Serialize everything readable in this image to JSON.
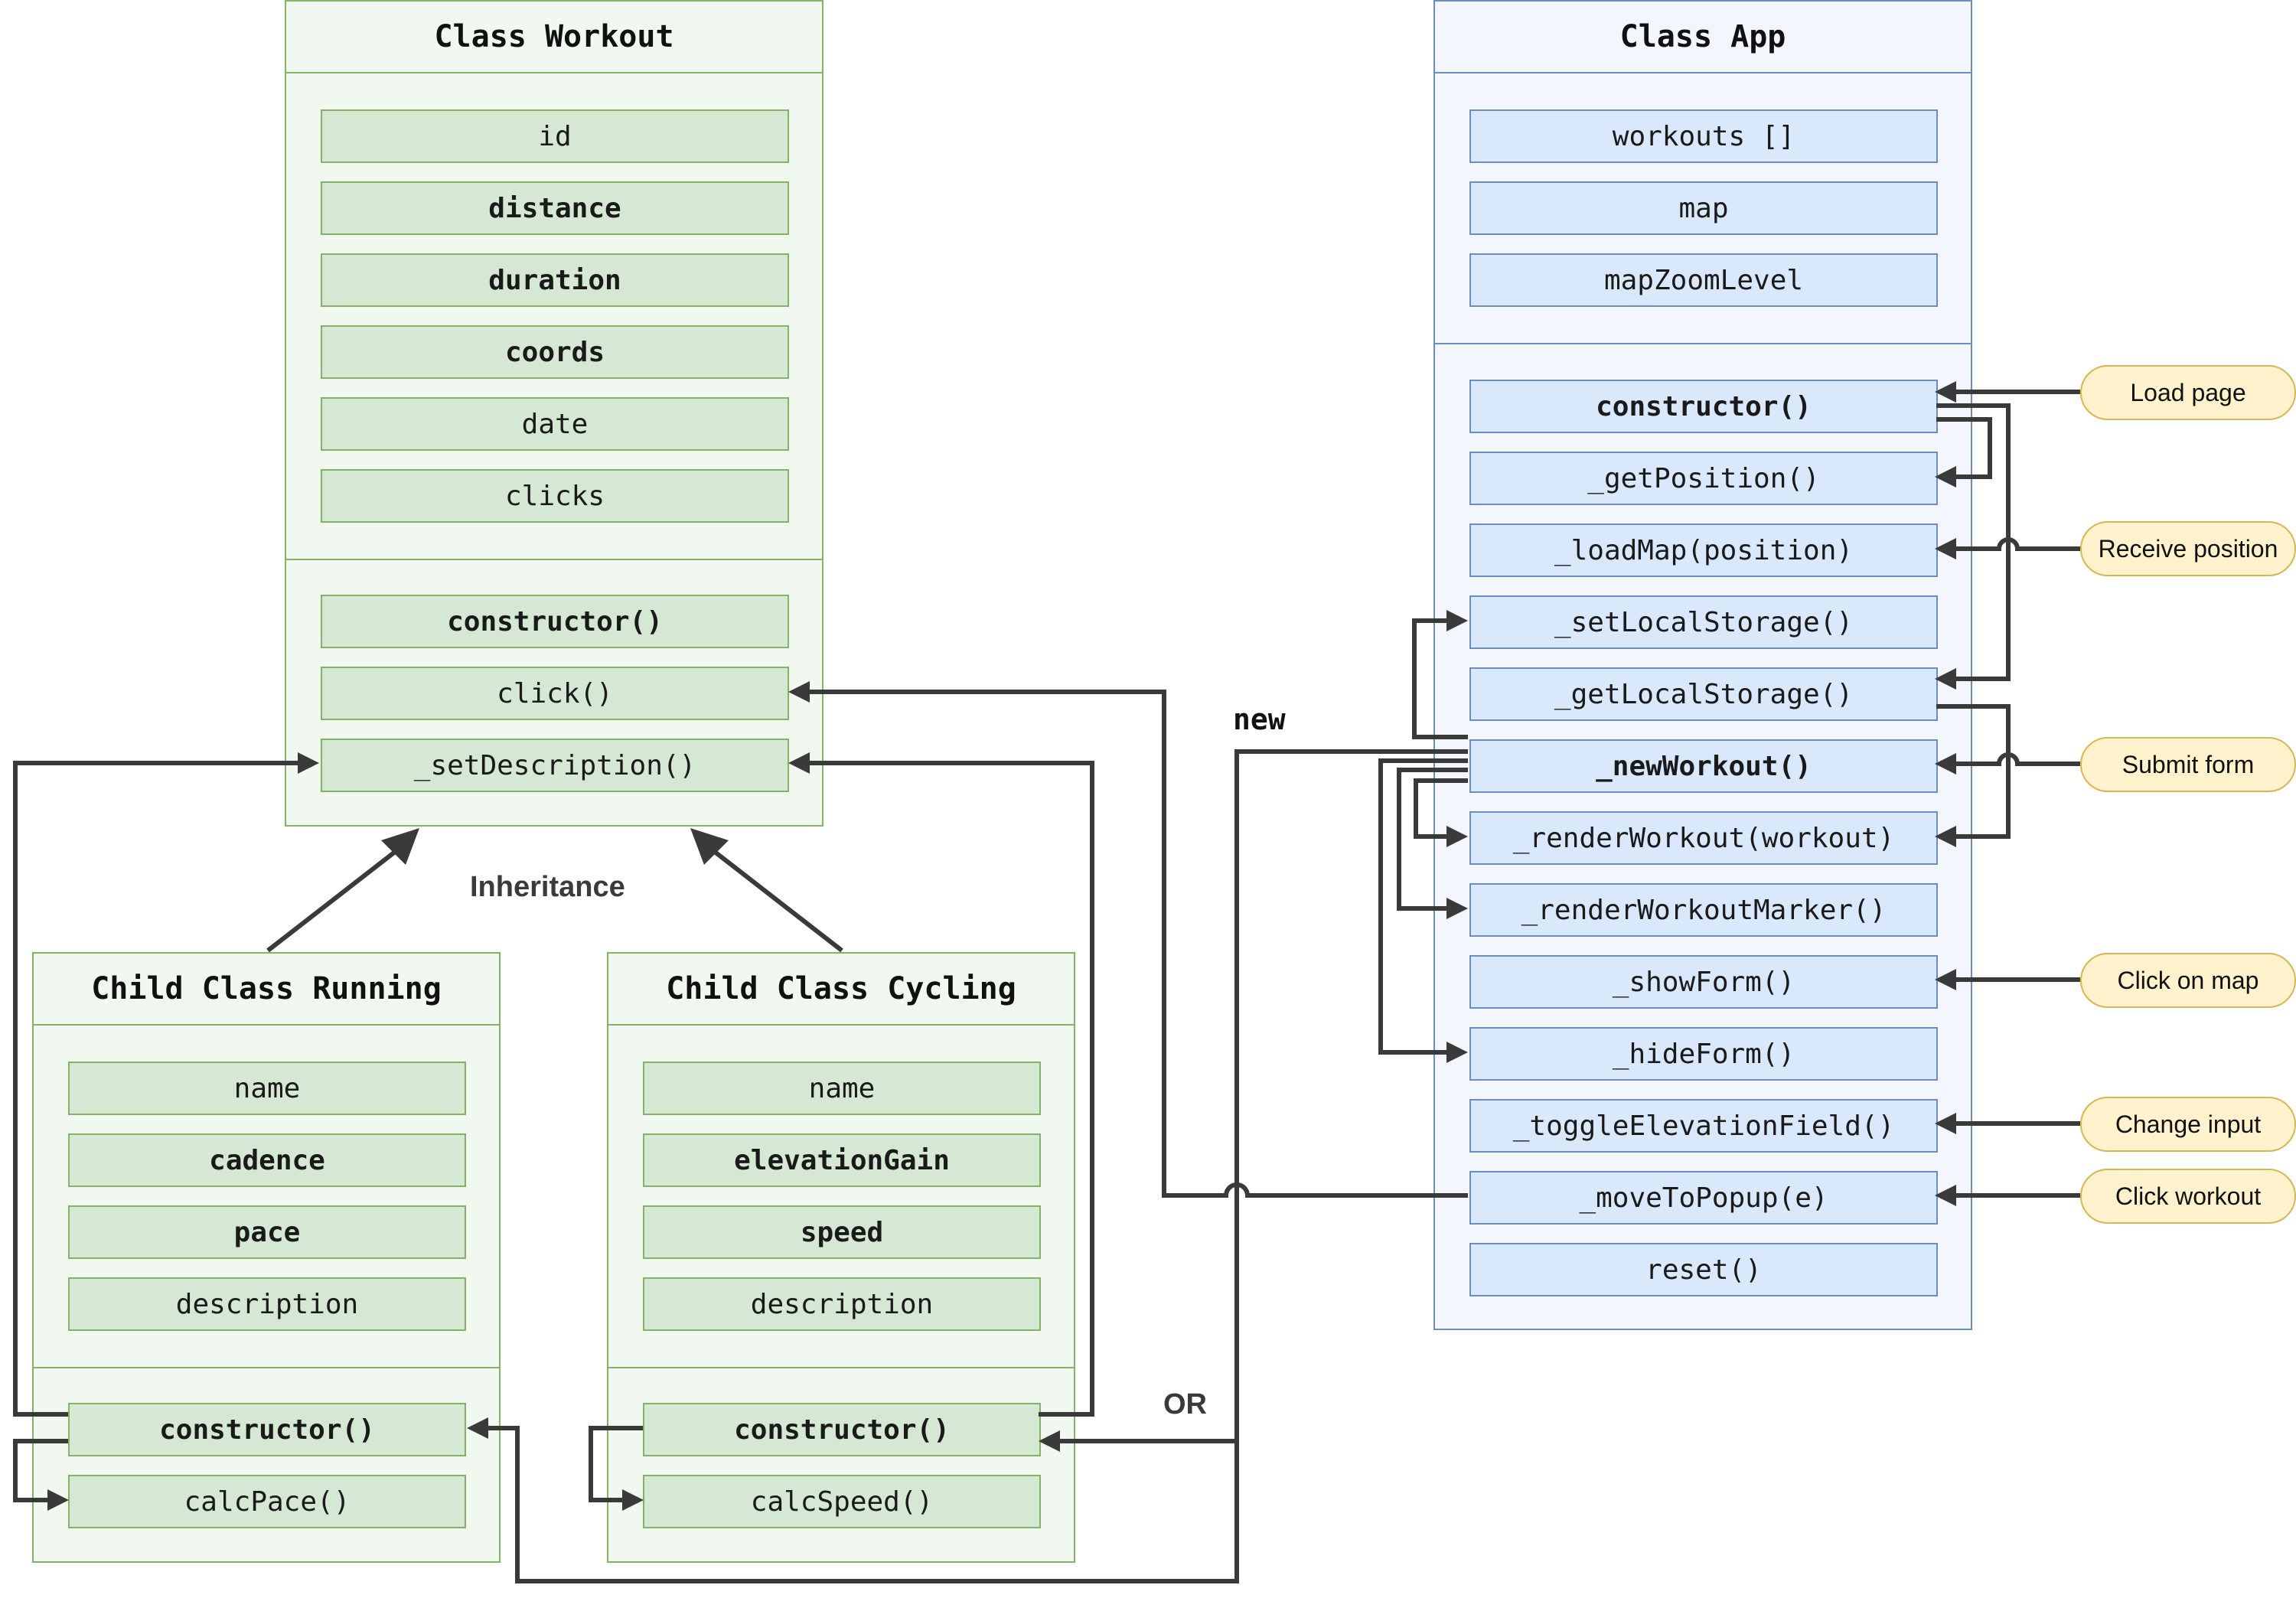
{
  "workout": {
    "title": "Class Workout",
    "fields": [
      {
        "label": "id",
        "bold": false
      },
      {
        "label": "distance",
        "bold": true
      },
      {
        "label": "duration",
        "bold": true
      },
      {
        "label": "coords",
        "bold": true
      },
      {
        "label": "date",
        "bold": false
      },
      {
        "label": "clicks",
        "bold": false
      }
    ],
    "methods": [
      {
        "label": "constructor()",
        "bold": true
      },
      {
        "label": "click()",
        "bold": false
      },
      {
        "label": "_setDescription()",
        "bold": false
      }
    ]
  },
  "running": {
    "title": "Child Class Running",
    "fields": [
      {
        "label": "name",
        "bold": false
      },
      {
        "label": "cadence",
        "bold": true
      },
      {
        "label": "pace",
        "bold": true
      },
      {
        "label": "description",
        "bold": false
      }
    ],
    "methods": [
      {
        "label": "constructor()",
        "bold": true
      },
      {
        "label": "calcPace()",
        "bold": false
      }
    ]
  },
  "cycling": {
    "title": "Child Class Cycling",
    "fields": [
      {
        "label": "name",
        "bold": false
      },
      {
        "label": "elevationGain",
        "bold": true
      },
      {
        "label": "speed",
        "bold": true
      },
      {
        "label": "description",
        "bold": false
      }
    ],
    "methods": [
      {
        "label": "constructor()",
        "bold": true
      },
      {
        "label": "calcSpeed()",
        "bold": false
      }
    ]
  },
  "app": {
    "title": "Class App",
    "fields": [
      {
        "label": "workouts []",
        "bold": false
      },
      {
        "label": "map",
        "bold": false
      },
      {
        "label": "mapZoomLevel",
        "bold": false
      }
    ],
    "methods": [
      {
        "label": "constructor()",
        "bold": true
      },
      {
        "label": "_getPosition()",
        "bold": false
      },
      {
        "label": "_loadMap(position)",
        "bold": false
      },
      {
        "label": "_setLocalStorage()",
        "bold": false
      },
      {
        "label": "_getLocalStorage()",
        "bold": false
      },
      {
        "label": "_newWorkout()",
        "bold": true
      },
      {
        "label": "_renderWorkout(workout)",
        "bold": false
      },
      {
        "label": "_renderWorkoutMarker()",
        "bold": false
      },
      {
        "label": "_showForm()",
        "bold": false
      },
      {
        "label": "_hideForm()",
        "bold": false
      },
      {
        "label": "_toggleElevationField()",
        "bold": false
      },
      {
        "label": "_moveToPopup(e)",
        "bold": false
      },
      {
        "label": "reset()",
        "bold": false
      }
    ]
  },
  "events": {
    "load_page": "Load page",
    "receive_position": "Receive position",
    "submit_form": "Submit form",
    "click_on_map": "Click on map",
    "change_input": "Change input",
    "click_workout": "Click workout"
  },
  "labels": {
    "inheritance": "Inheritance",
    "new": "new",
    "or": "OR"
  },
  "colors": {
    "line": "#3a3a3a",
    "green_fill": "#d5e8d4",
    "green_stroke": "#82b366",
    "blue_fill": "#dae8fc",
    "blue_stroke": "#6c8ebf",
    "event_fill": "#fff2cc",
    "event_stroke": "#d6b656"
  }
}
